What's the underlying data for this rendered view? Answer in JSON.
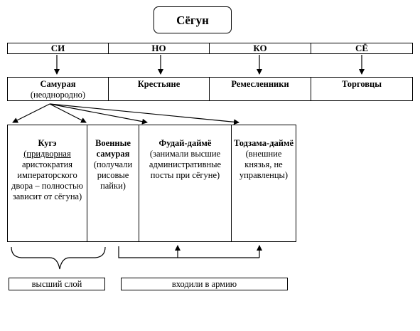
{
  "title": "Сёгун",
  "syllables": [
    "СИ",
    "НО",
    "КО",
    "СЁ"
  ],
  "classes": [
    {
      "name": "Самурая",
      "note": "(неоднородно)"
    },
    {
      "name": "Крестьяне",
      "note": ""
    },
    {
      "name": "Ремесленники",
      "note": ""
    },
    {
      "name": "Торговцы",
      "note": ""
    }
  ],
  "samurai_groups": [
    {
      "name": "Кугэ",
      "desc_first": "(придворная",
      "desc_rest": "аристократия императорского двора – полностью зависит от сёгуна)"
    },
    {
      "name": "Военные самурая",
      "desc_first": "",
      "desc_rest": "(получали рисовые пайки)"
    },
    {
      "name": "Фудай-даймё",
      "desc_first": "",
      "desc_rest": "(занимали высшие административные посты при сёгуне)"
    },
    {
      "name": "Тодзама-даймё",
      "desc_first": "",
      "desc_rest": "(внешние князья, не управленцы)"
    }
  ],
  "notes": {
    "upper_layer": "высший слой",
    "army": "входили в армию"
  }
}
